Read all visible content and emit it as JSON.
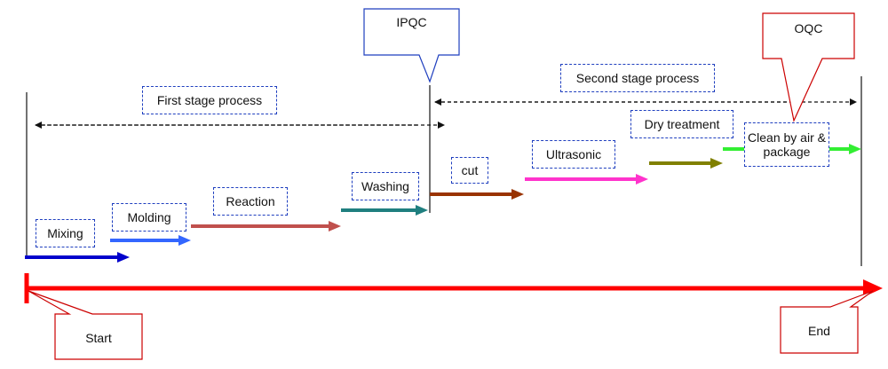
{
  "stages": {
    "first": "First stage process",
    "second": "Second stage process"
  },
  "steps": [
    {
      "label": "Mixing",
      "color": "#0000cc"
    },
    {
      "label": "Molding",
      "color": "#3366ff"
    },
    {
      "label": "Reaction",
      "color": "#c0504d"
    },
    {
      "label": "Washing",
      "color": "#1f7f7f"
    },
    {
      "label": "cut",
      "color": "#993300"
    },
    {
      "label": "Ultrasonic",
      "color": "#ff33cc"
    },
    {
      "label": "Dry treatment",
      "color": "#808000"
    },
    {
      "label": "Clean by air & package",
      "color": "#33ee33"
    }
  ],
  "callouts": {
    "ipqc": "IPQC",
    "oqc": "OQC",
    "start": "Start",
    "end": "End"
  },
  "colors": {
    "timeline": "#ff0000",
    "ipqc_border": "#1f3fbf",
    "oqc_border": "#cc0000",
    "label_border": "#1f3fbf"
  }
}
